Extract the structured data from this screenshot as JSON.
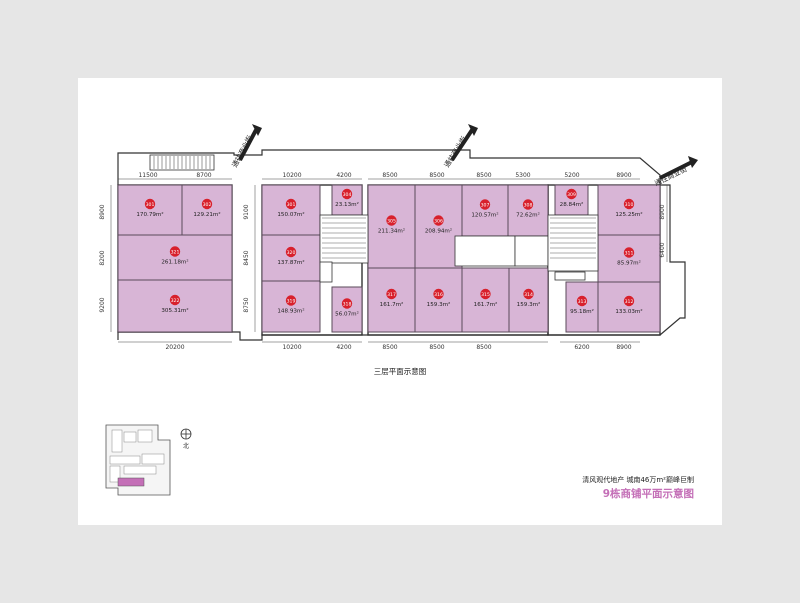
{
  "plan": {
    "caption": "三层平面示意图",
    "brand_line": "清风观代地产  城南46万m²巅峰巨制",
    "title": "9栋商铺平面示意图",
    "direction_labels": [
      "通往商业街",
      "通往商业街",
      "通往商业街"
    ],
    "north_label": "北"
  },
  "dimensions": {
    "block_a_top": [
      "11500",
      "8700"
    ],
    "block_a_bottom": "20200",
    "block_a_left": [
      "8900",
      "8200",
      "9200"
    ],
    "block_b_top": [
      "10200",
      "4200"
    ],
    "block_b_bottom": [
      "10200",
      "4200"
    ],
    "block_b_left": [
      "9100",
      "8450",
      "8750"
    ],
    "block_c_top": [
      "8500",
      "8500",
      "8500",
      "5300"
    ],
    "block_c_bottom": [
      "8500",
      "8500",
      "8500"
    ],
    "block_d_top": [
      "5200",
      "8900"
    ],
    "block_d_bottom": [
      "6200",
      "8900"
    ],
    "block_d_right": [
      "8900",
      "6400"
    ]
  },
  "units": [
    {
      "num": "301",
      "area": "170.79m²"
    },
    {
      "num": "302",
      "area": "129.21m²"
    },
    {
      "num": "321",
      "area": "261.18m²"
    },
    {
      "num": "322",
      "area": "305.31m²"
    },
    {
      "num": "301",
      "area": "150.07m²"
    },
    {
      "num": "304",
      "area": "23.13m²"
    },
    {
      "num": "320",
      "area": "137.87m²"
    },
    {
      "num": "319",
      "area": "148.93m²"
    },
    {
      "num": "318",
      "area": "56.07m²"
    },
    {
      "num": "305",
      "area": "211.34m²"
    },
    {
      "num": "306",
      "area": "208.94m²"
    },
    {
      "num": "307",
      "area": "120.57m²"
    },
    {
      "num": "308",
      "area": "72.62m²"
    },
    {
      "num": "317",
      "area": "161.7m²"
    },
    {
      "num": "316",
      "area": "159.3m²"
    },
    {
      "num": "315",
      "area": "161.7m²"
    },
    {
      "num": "314",
      "area": "159.3m²"
    },
    {
      "num": "309",
      "area": "28.84m²"
    },
    {
      "num": "310",
      "area": "125.25m²"
    },
    {
      "num": "311",
      "area": "85.97m²"
    },
    {
      "num": "313",
      "area": "95.18m²"
    },
    {
      "num": "312",
      "area": "133.03m²"
    }
  ],
  "colors": {
    "unit_fill": "#d8b5d6",
    "unit_stroke": "#5a4a5a",
    "badge": "#d8202c",
    "title_accent": "#c46fb7",
    "wall": "#333333"
  }
}
